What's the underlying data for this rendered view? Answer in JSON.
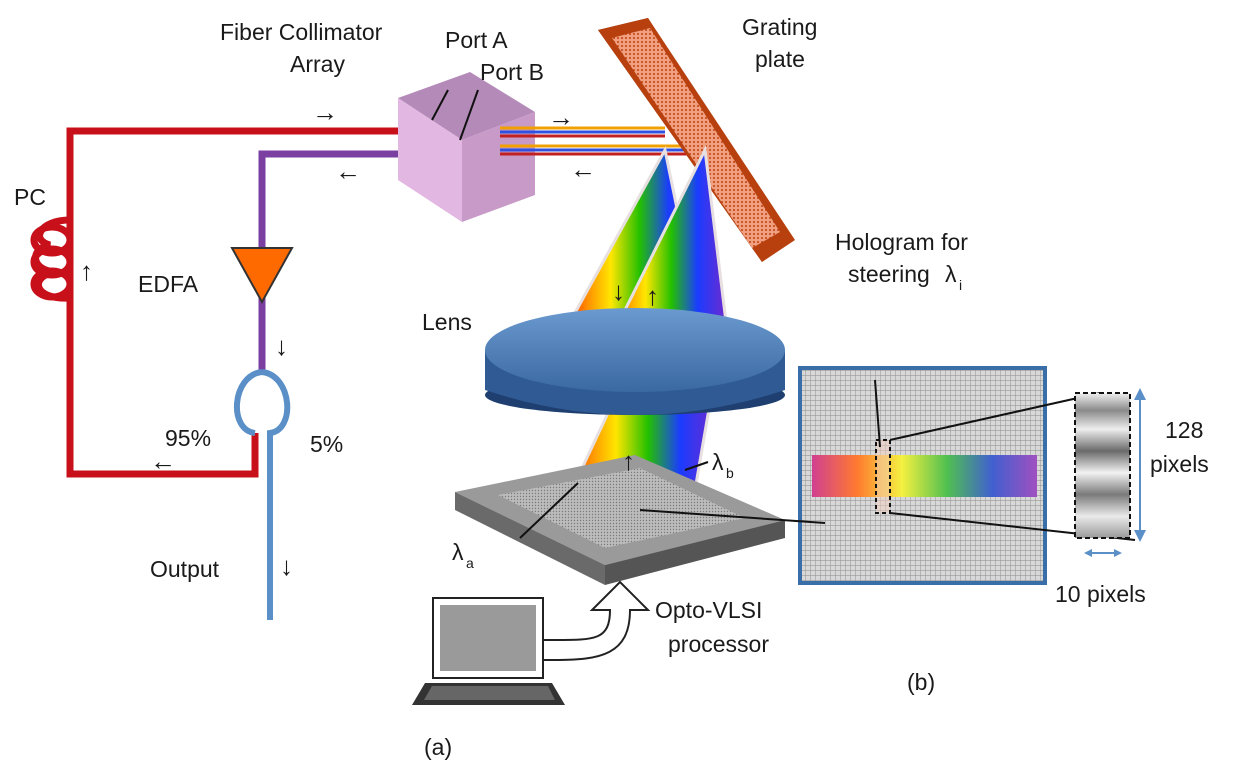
{
  "labels": {
    "fiber_collimator_line1": "Fiber Collimator",
    "fiber_collimator_line2": "Array",
    "port_a": "Port A",
    "port_b": "Port B",
    "grating_line1": "Grating",
    "grating_line2": "plate",
    "pc": "PC",
    "edfa": "EDFA",
    "lens": "Lens",
    "coupler_95": "95%",
    "coupler_5": "5%",
    "output": "Output",
    "lambda_symbol": "λ",
    "lambda_a_sub": "a",
    "lambda_b_sub": "b",
    "lambda_i_sub": "i",
    "hologram_line1": "Hologram for",
    "hologram_line2": "steering",
    "opto_line1": "Opto-VLSI",
    "opto_line2": "processor",
    "pixels_128_line1": "128",
    "pixels_128_line2": "pixels",
    "pixels_10": "10 pixels",
    "caption_a": "(a)",
    "caption_b": "(b)",
    "arrow_right": "→",
    "arrow_left": "←",
    "arrow_up": "↑",
    "arrow_down": "↓"
  },
  "colors": {
    "fiber_red": "#c8101a",
    "fiber_purple": "#7a3fa0",
    "fiber_blue": "#5a8fc8",
    "collimator": "#e2b8e2",
    "grating": "#b8400f",
    "edfa": "#ff6a00",
    "lens": "#3f6fa8",
    "chip": "#8a8a8a",
    "panel_border": "#3a6ea8"
  }
}
